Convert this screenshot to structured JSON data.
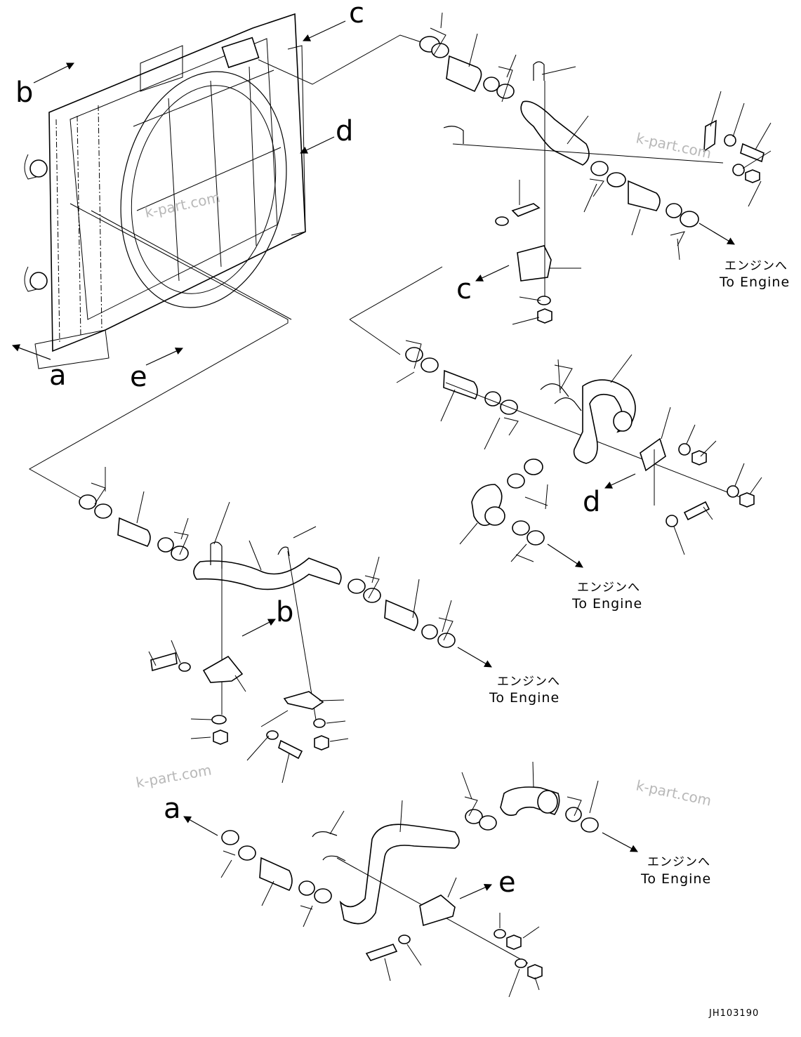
{
  "ref_letters": [
    "a",
    "b",
    "c",
    "d",
    "e"
  ],
  "callouts": [
    {
      "letter": "c",
      "jp": "エンジンへ",
      "en": "To Engine"
    },
    {
      "letter": "d",
      "jp": "エンジンへ",
      "en": "To Engine"
    },
    {
      "letter": "b",
      "jp": "エンジンへ",
      "en": "To Engine"
    },
    {
      "letter": "a",
      "jp": "エンジンへ",
      "en": "To Engine"
    }
  ],
  "watermarks": [
    "k-part.com",
    "k-part.com",
    "k-part.com",
    "k-part.com"
  ],
  "drawing_code": "JH103190"
}
